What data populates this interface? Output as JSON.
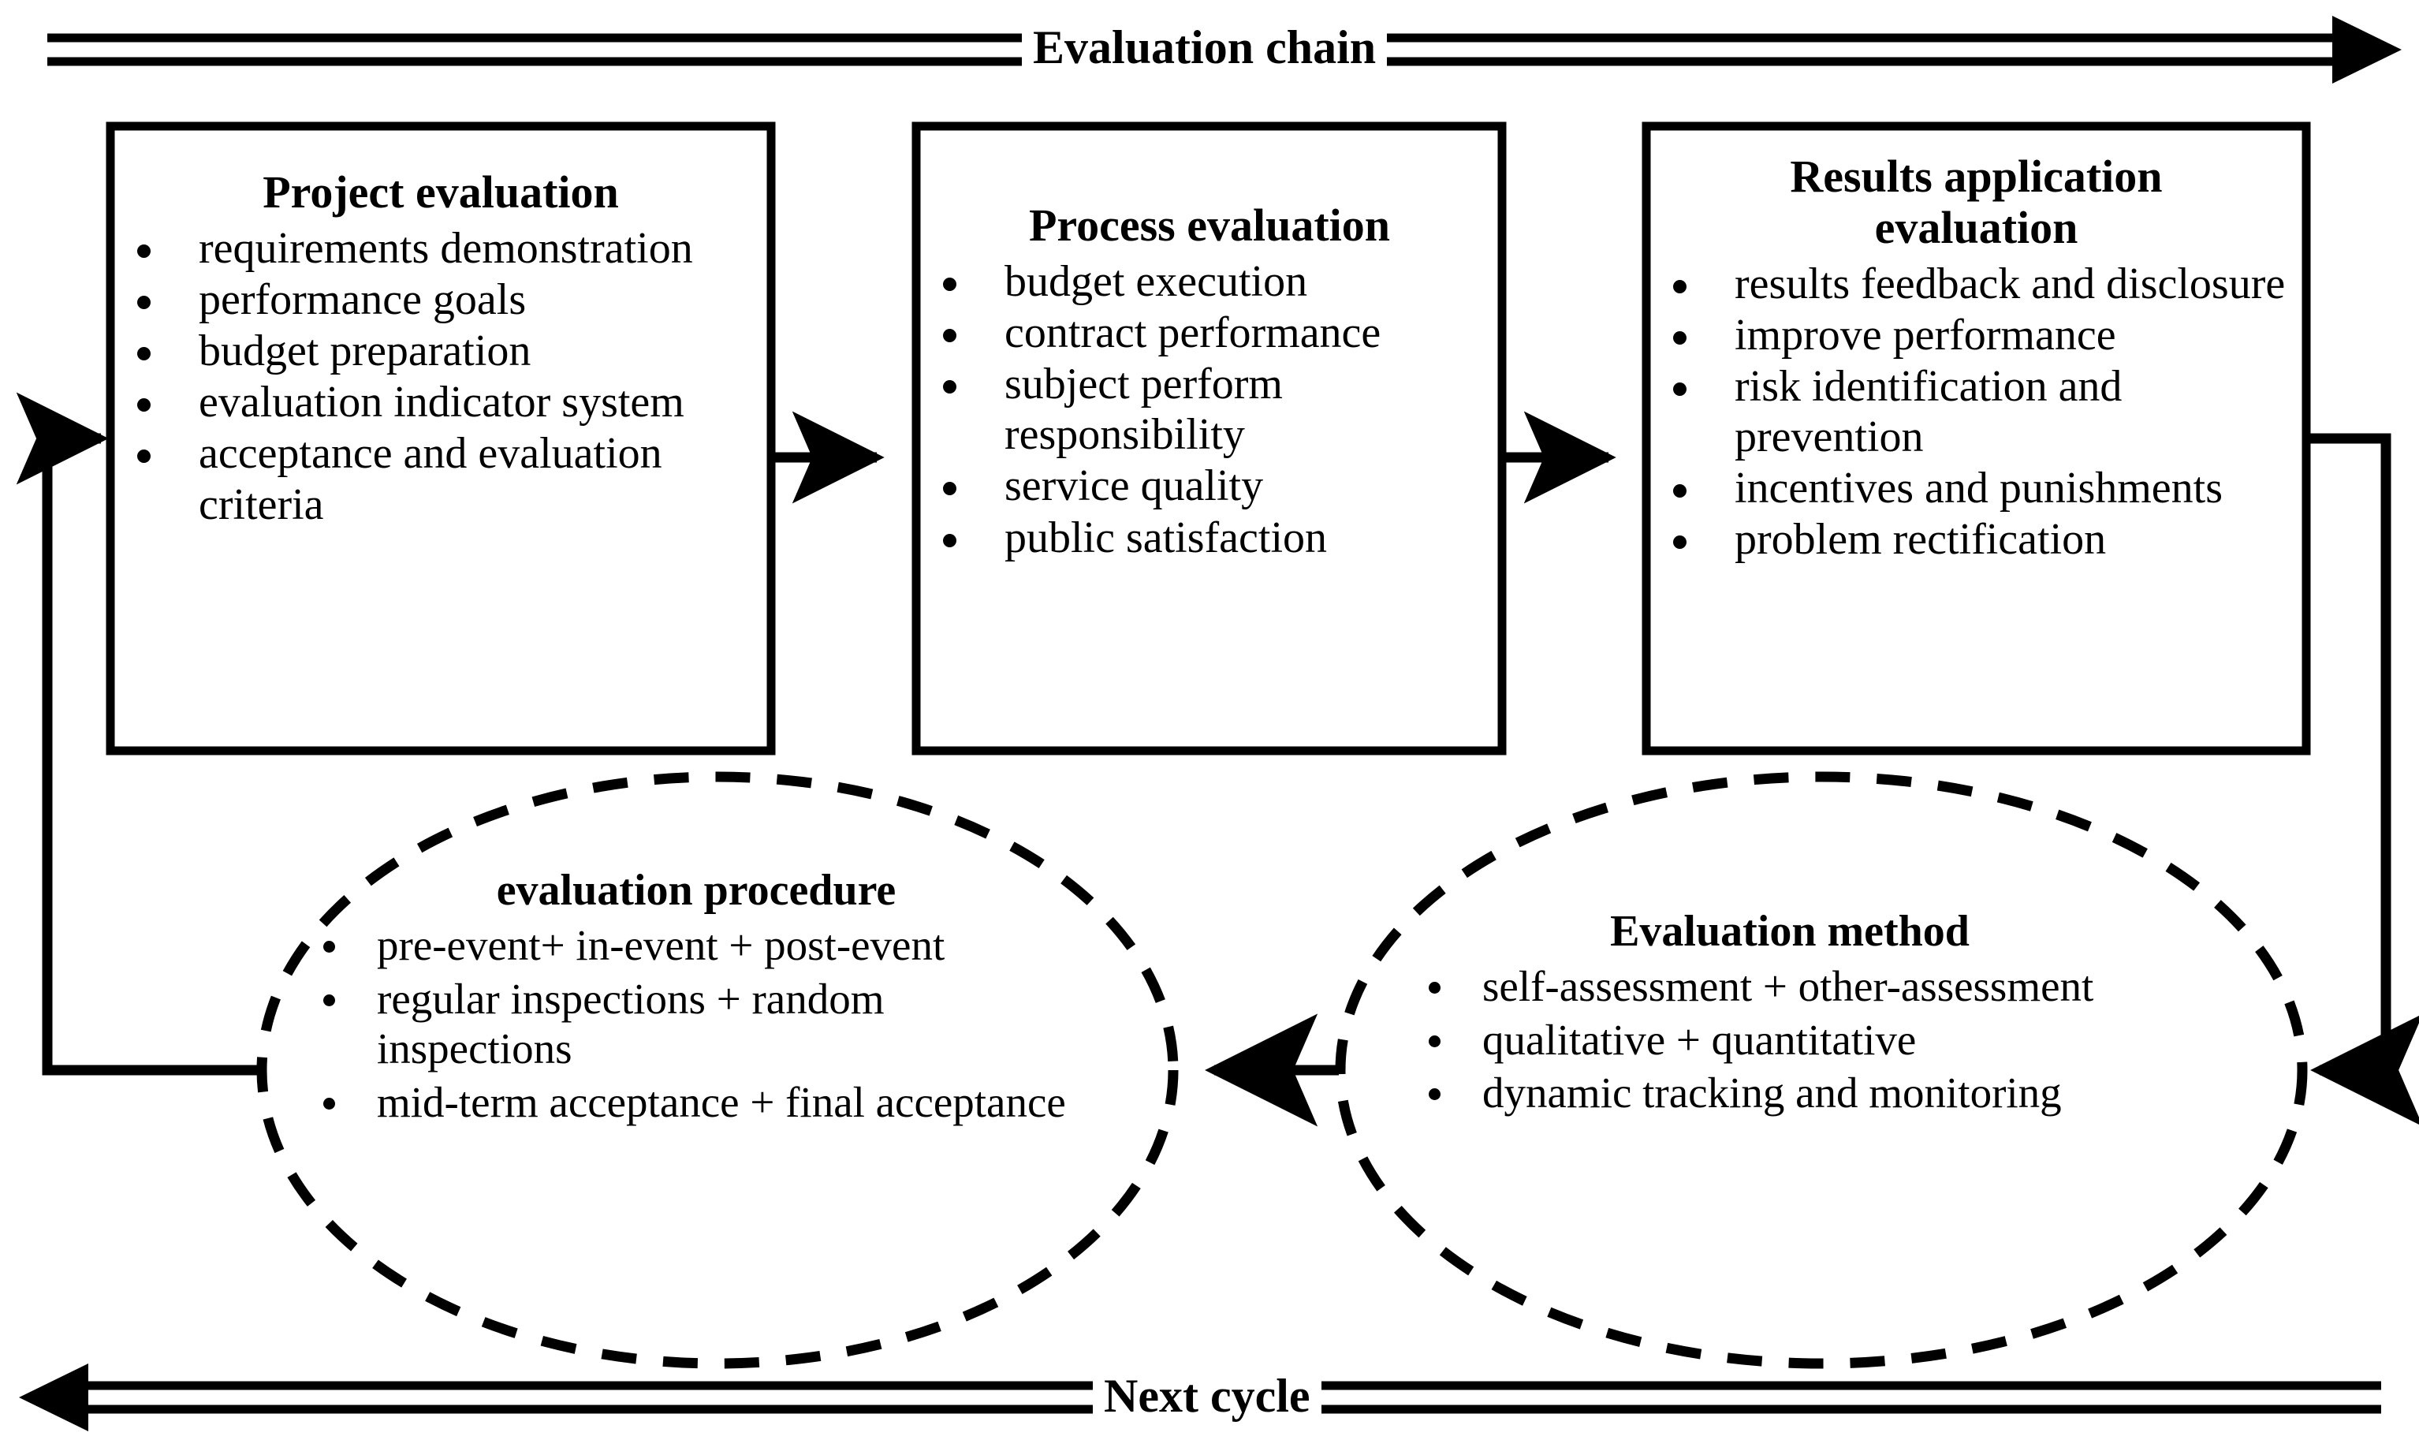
{
  "top_arrow": {
    "label": "Evaluation chain",
    "direction": "right",
    "style": "double-line"
  },
  "bottom_arrow": {
    "label": "Next cycle",
    "direction": "left",
    "style": "double-line"
  },
  "boxes": [
    {
      "title": "Project evaluation",
      "bullets": [
        " requirements demonstration",
        "performance goals",
        "budget preparation",
        "evaluation indicator system",
        "acceptance and evaluation criteria"
      ]
    },
    {
      "title": "Process evaluation",
      "bullets": [
        "budget execution",
        "contract performance",
        "subject perform responsibility",
        "service quality",
        "public satisfaction"
      ]
    },
    {
      "title": "Results application evaluation",
      "bullets": [
        "results feedback and disclosure",
        "improve performance",
        "risk identification and prevention",
        "incentives and punishments",
        "problem rectification"
      ]
    }
  ],
  "ellipses": [
    {
      "title": "evaluation procedure",
      "bullets": [
        "pre-event+ in-event + post-event",
        " regular inspections + random inspections",
        "mid-term acceptance + final acceptance"
      ]
    },
    {
      "title": "Evaluation method",
      "bullets": [
        "self-assessment + other-assessment",
        "qualitative + quantitative",
        "dynamic tracking and monitoring"
      ]
    }
  ],
  "connectors": [
    {
      "name": "box1-to-box2",
      "direction": "right"
    },
    {
      "name": "box2-to-box3",
      "direction": "right"
    },
    {
      "name": "box3-to-method-ellipse",
      "direction": "left"
    },
    {
      "name": "method-ellipse-to-procedure-ellipse",
      "direction": "left"
    },
    {
      "name": "procedure-ellipse-to-box1",
      "direction": "right"
    }
  ],
  "colors": {
    "stroke": "#000000",
    "background": "#ffffff",
    "text": "#000000"
  }
}
